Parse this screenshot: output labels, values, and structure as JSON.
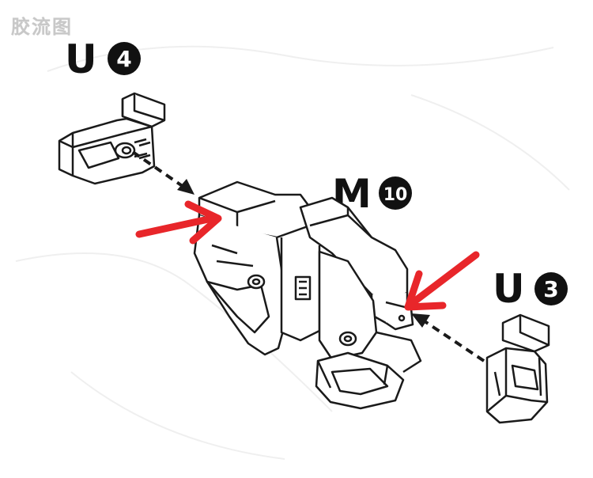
{
  "watermark": {
    "text": "胶流图"
  },
  "labels": {
    "u4": {
      "letter": "U",
      "number": "4"
    },
    "m10": {
      "letter": "M",
      "number": "10"
    },
    "u3": {
      "letter": "U",
      "number": "3"
    }
  },
  "colors": {
    "line": "#1a1a1a",
    "arrow_red": "#e8262a",
    "badge_fill": "#111111",
    "badge_text": "#ffffff",
    "paper": "#ffffff"
  }
}
